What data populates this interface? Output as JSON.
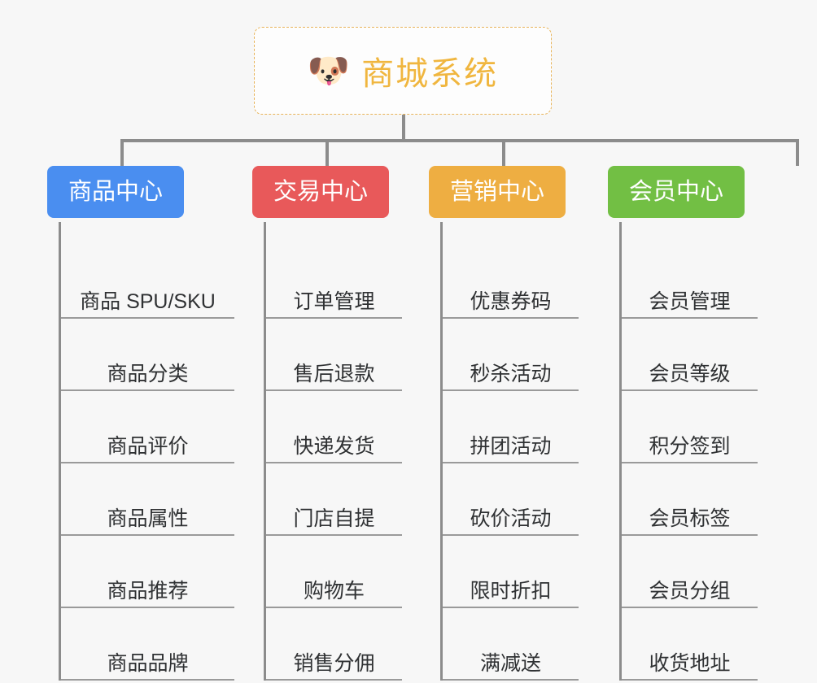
{
  "root": {
    "icon": "dog-face-icon",
    "icon_glyph": "🐶",
    "title": "商城系统",
    "border_color": "#e8b45a",
    "title_color": "#f0b63f"
  },
  "colors": {
    "product_center": "#4a8ef0",
    "trade_center": "#e8595a",
    "marketing_center": "#eeae42",
    "member_center": "#72bf44",
    "connector": "#8c8c8c",
    "leaf_text": "#2f3133",
    "background": "#f7f7f7"
  },
  "columns": [
    {
      "id": "product-center",
      "label": "商品中心",
      "color": "#4a8ef0",
      "items": [
        "商品 SPU/SKU",
        "商品分类",
        "商品评价",
        "商品属性",
        "商品推荐",
        "商品品牌"
      ]
    },
    {
      "id": "trade-center",
      "label": "交易中心",
      "color": "#e8595a",
      "items": [
        "订单管理",
        "售后退款",
        "快递发货",
        "门店自提",
        "购物车",
        "销售分佣"
      ]
    },
    {
      "id": "marketing-center",
      "label": "营销中心",
      "color": "#eeae42",
      "items": [
        "优惠券码",
        "秒杀活动",
        "拼团活动",
        "砍价活动",
        "限时折扣",
        "满减送"
      ]
    },
    {
      "id": "member-center",
      "label": "会员中心",
      "color": "#72bf44",
      "items": [
        "会员管理",
        "会员等级",
        "积分签到",
        "会员标签",
        "会员分组",
        "收货地址"
      ]
    }
  ]
}
